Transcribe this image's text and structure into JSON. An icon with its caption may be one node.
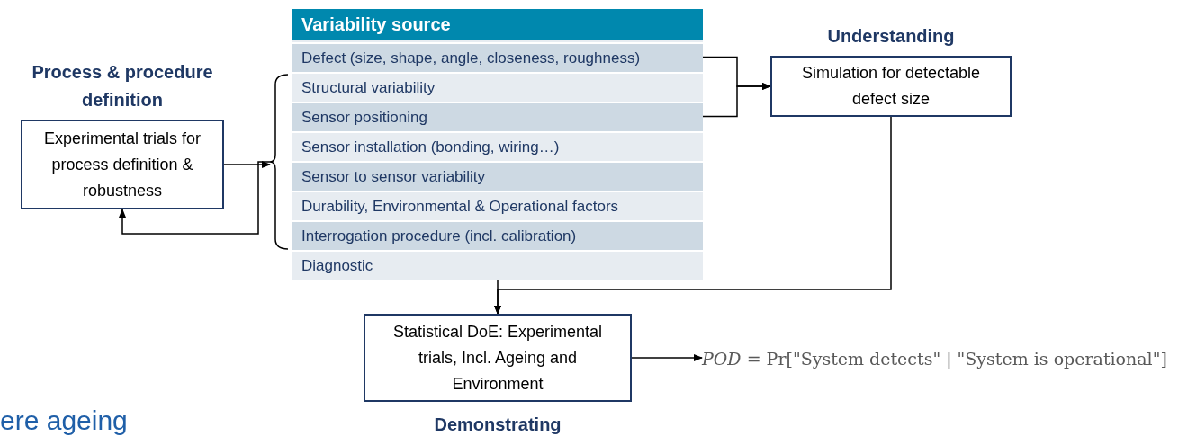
{
  "diagram": {
    "nodes": [
      {
        "text": [
          "Process & procedure definition",
          "Experimental trials for process definition & robustness"
        ]
      },
      {
        "text": [
          "Variability source"
        ]
      },
      {
        "text": [
          "Defect (size, shape, angle, closeness, roughness)"
        ],
        "in": 1
      },
      {
        "text": [
          "Structural variability"
        ],
        "in": 1
      },
      {
        "text": [
          "Sensor positioning"
        ],
        "in": 1
      },
      {
        "text": [
          "Sensor installation (bonding, wiring…)"
        ],
        "in": 1
      },
      {
        "text": [
          "Sensor to sensor variability"
        ],
        "in": 1
      },
      {
        "text": [
          "Durability, Environmental & Operational factors"
        ],
        "in": 1
      },
      {
        "text": [
          "Interrogation procedure (incl. calibration)"
        ],
        "in": 1
      },
      {
        "text": [
          "Diagnostic"
        ],
        "in": 1
      },
      {
        "text": [],
        "shape": "brace"
      },
      {
        "text": [
          "Understanding",
          "Simulation for detectable defect size"
        ]
      },
      {
        "text": [
          "Statistical DoE: Experimental trials, Incl. Ageing and Environment",
          "Demonstrating"
        ]
      },
      {
        "text": [
          "*POD* = Pr[\"System detects\" |  \"System is operational\"]"
        ]
      }
    ],
    "edges": [
      {
        "from": 0,
        "to": 10,
        "arrow": "to"
      },
      {
        "from": 10,
        "to": 0,
        "arrow": "to"
      },
      {
        "from": 2,
        "to": 11,
        "arrow": "to"
      },
      {
        "from": 4,
        "to": 11,
        "arrow": "to"
      },
      {
        "from": 1,
        "to": 12,
        "arrow": "to"
      },
      {
        "from": 11,
        "to": 12,
        "arrow": "to"
      },
      {
        "from": 12,
        "to": 13,
        "arrow": "to"
      }
    ],
    "labels": [
      "ere ageing"
    ]
  }
}
